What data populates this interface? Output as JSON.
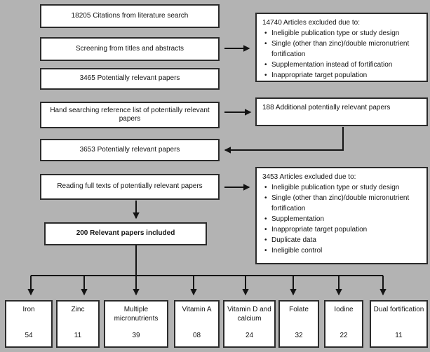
{
  "diagram": {
    "type": "flowchart",
    "colors": {
      "background": "#b3b3b3",
      "box_fill": "#ffffff",
      "box_border": "#2b2b2b",
      "arrow": "#141414"
    },
    "left_column": [
      {
        "text": "18205 Citations from literature search"
      },
      {
        "text": "Screening from titles and abstracts"
      },
      {
        "text": "3465 Potentially relevant papers"
      },
      {
        "text": "Hand searching reference list of potentially relevant papers"
      },
      {
        "text": "3653 Potentially relevant papers"
      },
      {
        "text": "Reading full texts of potentially relevant papers"
      },
      {
        "text": "200 Relevant papers included"
      }
    ],
    "right_column": {
      "excluded_14740": {
        "title": "14740 Articles excluded due to:",
        "bullets": [
          "Ineligible publication type or study design",
          "Single (other than zinc)/double micronutrient fortification",
          "Supplementation instead of fortification",
          "Inappropriate target population"
        ]
      },
      "additional_188": {
        "text": "188 Additional potentially relevant papers"
      },
      "excluded_3453": {
        "title": "3453 Articles excluded due to:",
        "bullets": [
          "Ineligible publication type or study design",
          "Single (other than zinc)/double micronutrient fortification",
          "Supplementation",
          "Inappropriate target population",
          "Duplicate data",
          "Ineligible control"
        ]
      }
    },
    "bottom_row": [
      {
        "label": "Iron",
        "count": "54"
      },
      {
        "label": "Zinc",
        "count": "11"
      },
      {
        "label": "Multiple micronutrients",
        "count": "39"
      },
      {
        "label": "Vitamin A",
        "count": "08"
      },
      {
        "label": "Vitamin D and calcium",
        "count": "24"
      },
      {
        "label": "Folate",
        "count": "32"
      },
      {
        "label": "Iodine",
        "count": "22"
      },
      {
        "label": "Dual fortification",
        "count": "11"
      }
    ]
  }
}
